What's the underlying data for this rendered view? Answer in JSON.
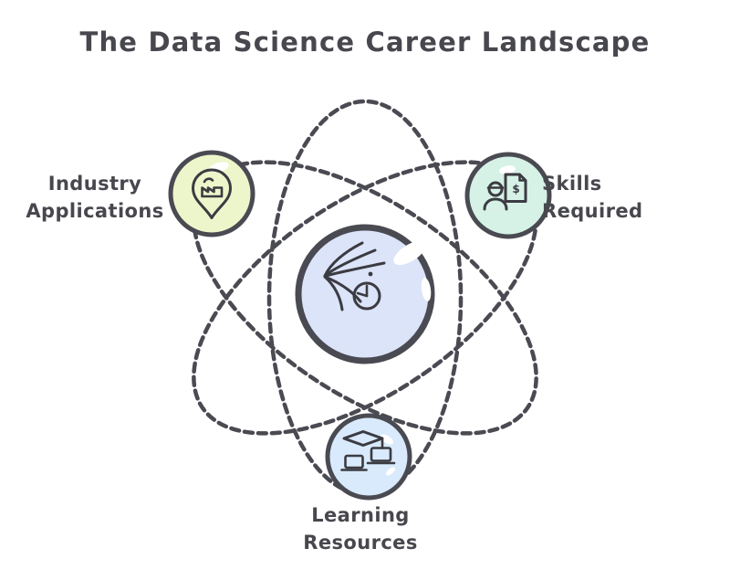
{
  "title": "The Data Science Career Landscape",
  "theme": {
    "background": "#ffffff",
    "orbit_stroke": "#4a4a52",
    "text_color": "#47474e",
    "icon_stroke": "#3b3b42"
  },
  "center": {
    "icon": "data-flow-clock-icon",
    "fill": "#dbe4f9"
  },
  "nodes": [
    {
      "id": "industry-applications",
      "label_lines": [
        "Industry",
        "Applications"
      ],
      "icon": "factory-location-pin-icon",
      "fill": "#edf6cb"
    },
    {
      "id": "skills-required",
      "label_lines": [
        "Skills",
        "Required"
      ],
      "icon": "person-salary-document-icon",
      "icon_glyph": "$",
      "fill": "#d6f2e6"
    },
    {
      "id": "learning-resources",
      "label_lines": [
        "Learning",
        "Resources"
      ],
      "icon": "graduation-laptops-icon",
      "fill": "#d8eafb"
    }
  ]
}
